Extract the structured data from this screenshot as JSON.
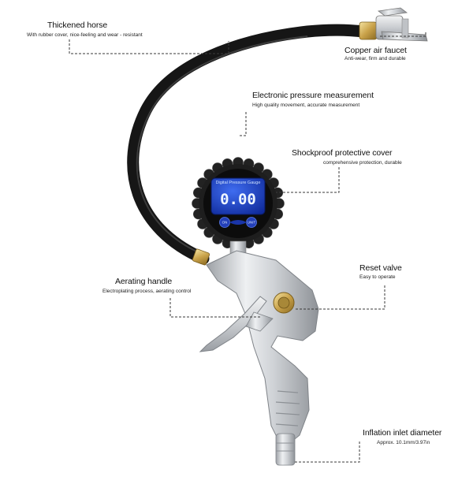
{
  "features": [
    {
      "id": "hose",
      "title": "Thickened horse",
      "subtitle": "With rubber cover, nice-feeling and wear - resistant"
    },
    {
      "id": "faucet",
      "title": "Copper air faucet",
      "subtitle": "Anti-wear, firm and durable"
    },
    {
      "id": "pressure",
      "title": "Electronic pressure measurement",
      "subtitle": "High quality movement, accurate measurement"
    },
    {
      "id": "cover",
      "title": "Shockproof protective cover",
      "subtitle": "comprehensive protection, durable"
    },
    {
      "id": "reset",
      "title": "Reset valve",
      "subtitle": "Easy to operate"
    },
    {
      "id": "handle",
      "title": "Aerating handle",
      "subtitle": "Electroplating process, aerating control"
    },
    {
      "id": "inlet",
      "title": "Inflation inlet diameter",
      "subtitle": "Approx. 10.1mm/3.97in"
    }
  ],
  "gauge": {
    "label": "Digital Pressure Gauge",
    "reading": "0.00",
    "button_left": "ON",
    "button_right": "UNIT"
  },
  "colors": {
    "leader_line": "#3a3a3a",
    "hose": "#1b1b1b",
    "lcd": "#1a3ec8",
    "metal": "#d4d6d9"
  }
}
